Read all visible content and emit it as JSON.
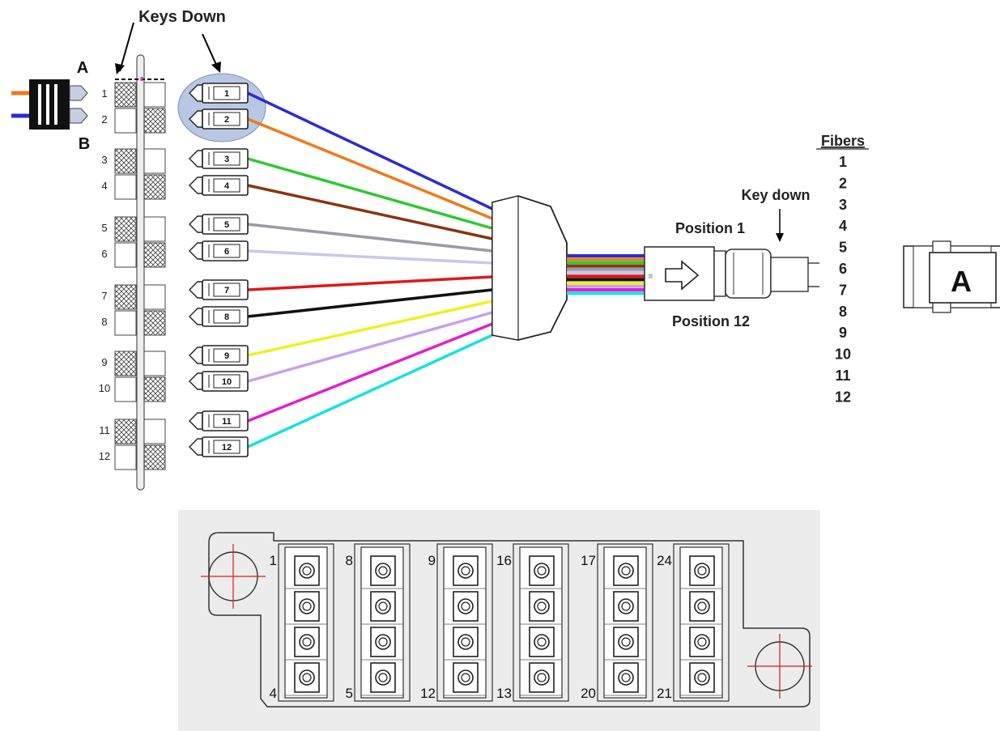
{
  "labels": {
    "keys_down": "Keys Down",
    "side_a": "A",
    "side_b": "B",
    "fibers_header": "Fibers",
    "key_down": "Key down",
    "position_1": "Position 1",
    "position_12": "Position 12",
    "adapter_letter": "A"
  },
  "ports": [
    "1",
    "2",
    "3",
    "4",
    "5",
    "6",
    "7",
    "8",
    "9",
    "10",
    "11",
    "12"
  ],
  "fiber_numbers": [
    "1",
    "2",
    "3",
    "4",
    "5",
    "6",
    "7",
    "8",
    "9",
    "10",
    "11",
    "12"
  ],
  "fiber_colors": [
    "#2b2bd6",
    "#ef7a1a",
    "#2ec92e",
    "#8a3310",
    "#9a9aa8",
    "#c8c8ee",
    "#e01818",
    "#111111",
    "#f0f020",
    "#c9a0e8",
    "#e020d0",
    "#18e0e0"
  ],
  "panel_labels": [
    {
      "top": "1",
      "bottom": "4"
    },
    {
      "top": "8",
      "bottom": "5"
    },
    {
      "top": "9",
      "bottom": "12"
    },
    {
      "top": "16",
      "bottom": "13"
    },
    {
      "top": "17",
      "bottom": "20"
    },
    {
      "top": "24",
      "bottom": "21"
    }
  ]
}
